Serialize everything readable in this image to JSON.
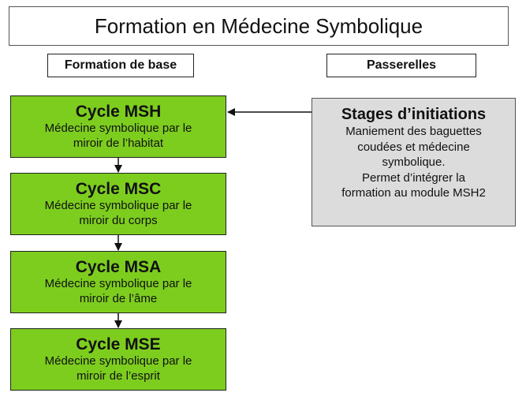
{
  "title": "Formation en Médecine Symbolique",
  "columns": {
    "base": "Formation de base",
    "passerelles": "Passerelles"
  },
  "cycles": [
    {
      "name": "Cycle MSH",
      "line1": "Médecine symbolique par le",
      "line2": "miroir de l’habitat"
    },
    {
      "name": "Cycle MSC",
      "line1": "Médecine symbolique par le",
      "line2": "miroir du corps"
    },
    {
      "name": "Cycle MSA",
      "line1": "Médecine symbolique par le",
      "line2": "miroir de l’âme"
    },
    {
      "name": "Cycle MSE",
      "line1": "Médecine symbolique par le",
      "line2": "miroir de l’esprit"
    }
  ],
  "stage": {
    "name": "Stages d’initiations",
    "lines": [
      "Maniement des baguettes",
      "coudées et médecine",
      "symbolique.",
      "Permet d’intégrer la",
      "formation au module MSH2"
    ]
  }
}
